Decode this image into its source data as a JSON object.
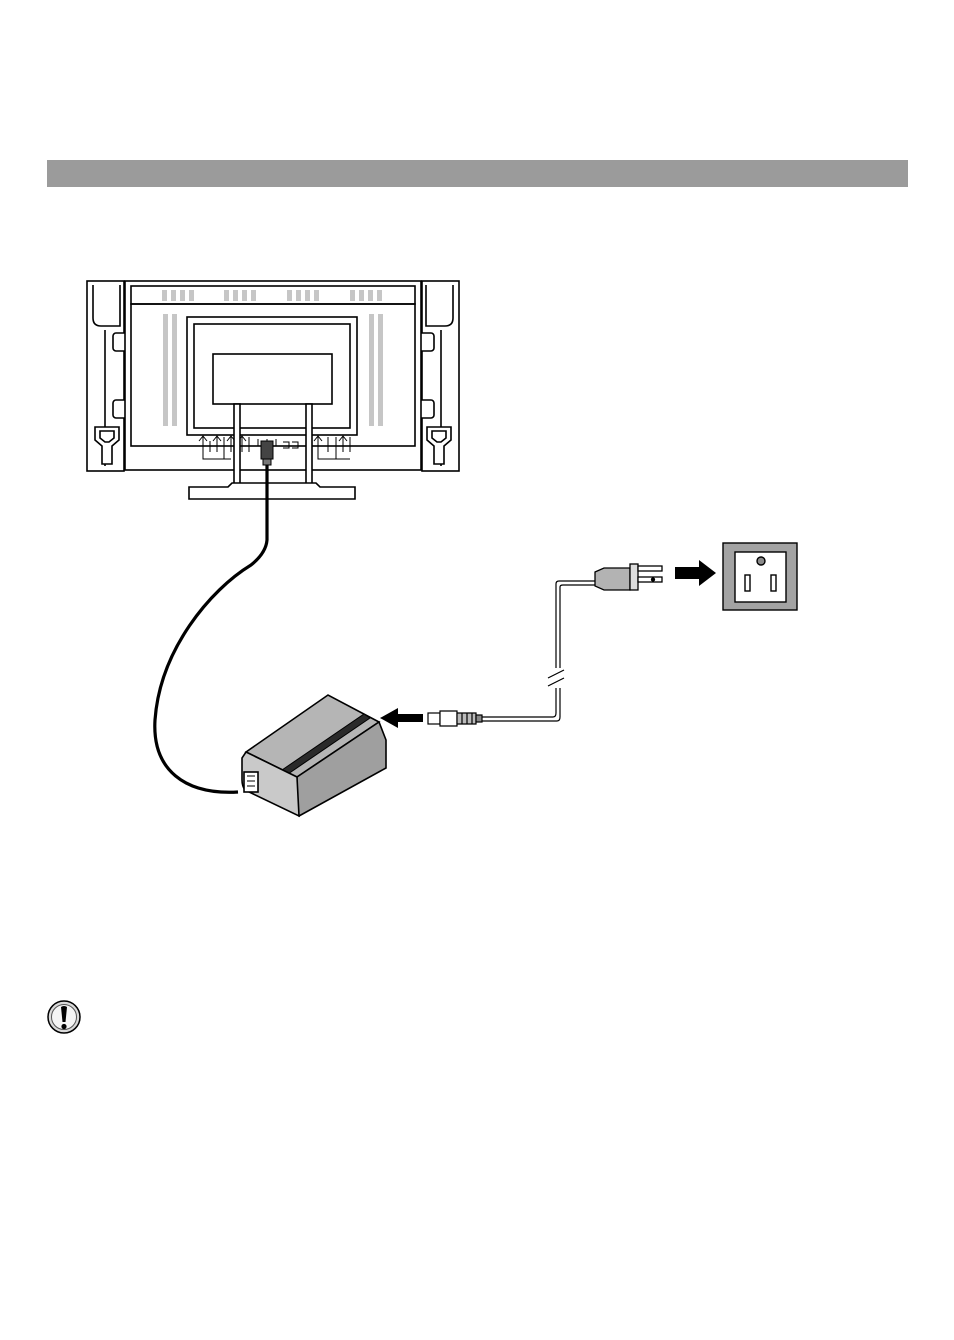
{
  "section": {
    "title": ""
  },
  "caution": {
    "icon": "caution-icon",
    "text": ""
  },
  "colors": {
    "section_bar": "#9b9b9b",
    "line": "#000000",
    "panel_shade": "#cfcfcf",
    "adapter_top": "#b5b5b5",
    "adapter_front": "#c9c9c9",
    "outlet_frame": "#a3a3a3"
  },
  "icons": [
    "tv-rear-panel",
    "dc-power-cord",
    "ac-adapter",
    "ac-power-cord",
    "plug",
    "wall-outlet",
    "arrow-right-icon",
    "arrow-left-icon",
    "caution-icon"
  ]
}
